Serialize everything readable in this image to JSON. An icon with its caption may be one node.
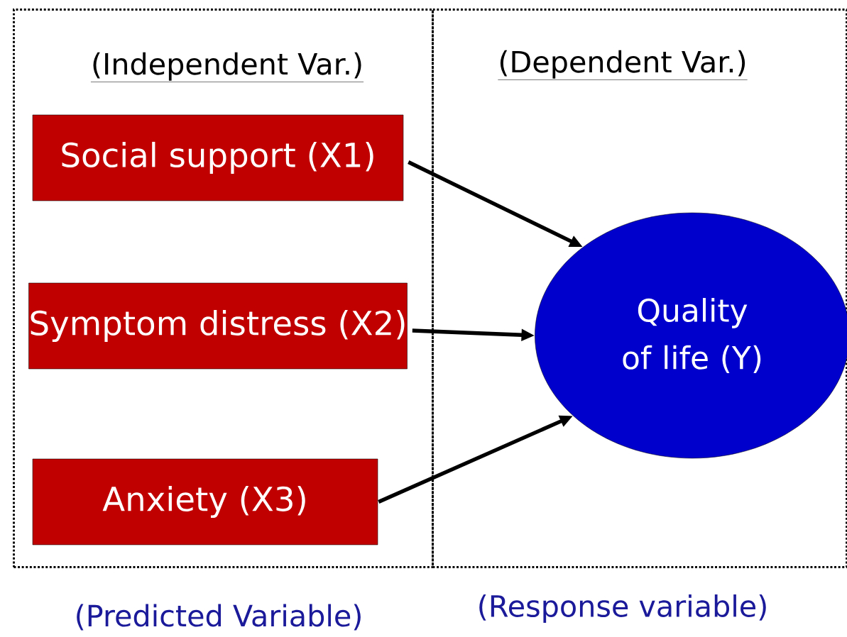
{
  "diagram": {
    "nodes": [
      {
        "text": [
          "(Independent Var.)"
        ],
        "beside": [
          "(Predicted Variable)"
        ]
      },
      {
        "text": [
          "(Dependent Var.)"
        ],
        "beside": [
          "(Response variable)"
        ]
      },
      {
        "text": [
          "Social support (X1)"
        ],
        "in": 0
      },
      {
        "text": [
          "Symptom distress (X2)"
        ],
        "in": 0
      },
      {
        "text": [
          "Anxiety (X3)"
        ],
        "in": 0
      },
      {
        "text": [
          "Quality of life (Y)"
        ],
        "in": 1
      }
    ],
    "edges": [
      {
        "from": 2,
        "to": 5,
        "arrow": "to"
      },
      {
        "from": 3,
        "to": 5,
        "arrow": "to"
      },
      {
        "from": 4,
        "to": 5,
        "arrow": "to"
      }
    ]
  }
}
